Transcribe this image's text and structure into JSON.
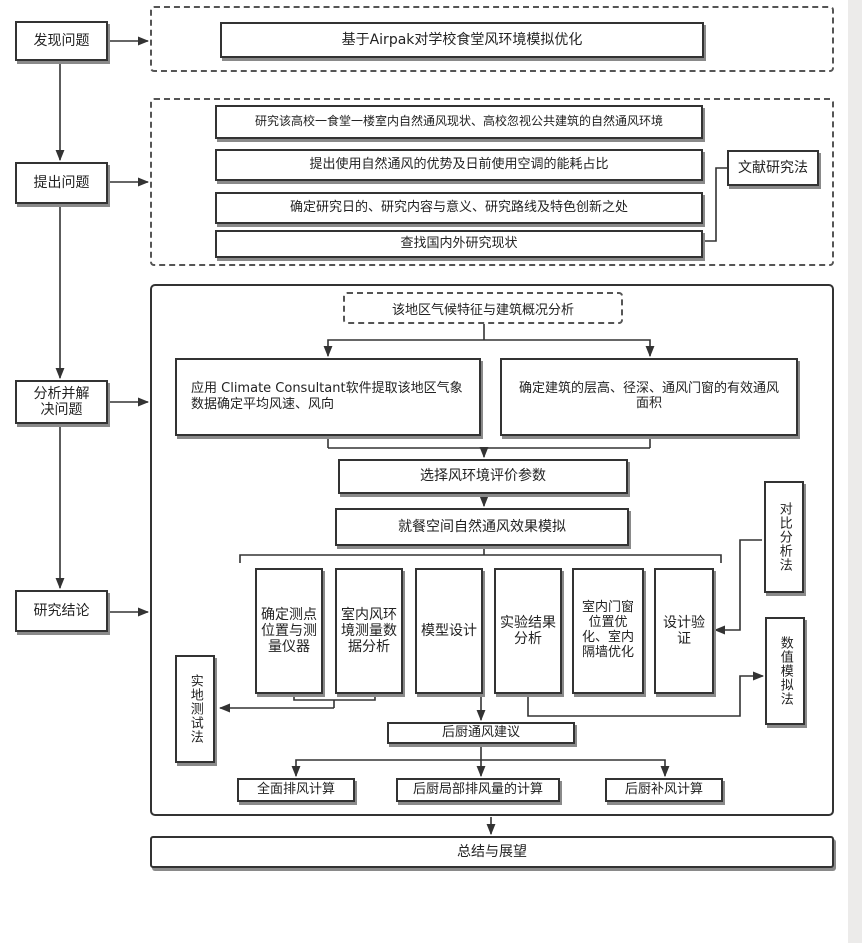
{
  "stages": {
    "s1": "发现问题",
    "s2": "提出问题",
    "s3": "分析并解决问题",
    "s4": "研究结论"
  },
  "top": {
    "title": "基于Airpak对学校食堂风环境模拟优化"
  },
  "questions": {
    "q1": "研究该高校一食堂一楼室内自然通风现状、高校忽视公共建筑的自然通风环境",
    "q2": "提出使用自然通风的优势及日前使用空调的能耗占比",
    "q3": "确定研究日的、研究内容与意义、研究路线及特色创新之处",
    "q4": "查找国内外研究现状",
    "method": "文献研究法"
  },
  "analysis": {
    "climate": "该地区气候特征与建筑概况分析",
    "left": "应用 Climate Consultant软件提取该地区气象数据确定平均风速、风向",
    "right": "确定建筑的层高、径深、通风门窗的有效通风面积",
    "params": "选择风环境评价参数",
    "sim": "就餐空间自然通风效果模拟",
    "steps": [
      "确定测点位置与测量仪器",
      "室内风环境测量数据分析",
      "模型设计",
      "实验结果分析",
      "室内门窗位置优化、室内隔墙优化",
      "设计验证"
    ],
    "field": "实地测试法",
    "compare": "对比分析法",
    "numeric": "数值模拟法",
    "kitchen": "后厨通风建议",
    "calc1": "全面排风计算",
    "calc2": "后厨局部排风量的计算",
    "calc3": "后厨补风计算"
  },
  "summary": "总结与展望"
}
